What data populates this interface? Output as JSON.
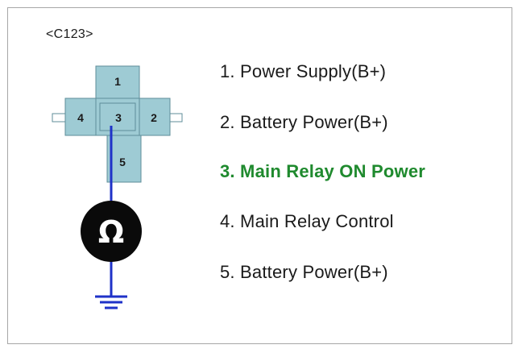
{
  "connector": {
    "label": "<C123>"
  },
  "pins": [
    {
      "number": "1"
    },
    {
      "number": "2"
    },
    {
      "number": "3"
    },
    {
      "number": "4"
    },
    {
      "number": "5"
    }
  ],
  "meter": {
    "symbol": "Ω",
    "icon": "ohmmeter-icon"
  },
  "legend": [
    {
      "text": "1. Power Supply(B+)",
      "highlighted": false
    },
    {
      "text": "2. Battery Power(B+)",
      "highlighted": false
    },
    {
      "text": "3. Main Relay ON Power",
      "highlighted": true
    },
    {
      "text": "4. Main Relay Control",
      "highlighted": false
    },
    {
      "text": "5. Battery Power(B+)",
      "highlighted": false
    }
  ],
  "colors": {
    "pin_fill": "#9ecbd4",
    "pin_stroke": "#5f8e9a",
    "wire": "#1f32c8",
    "highlight": "#1f8a2e",
    "text": "#1a1a1a",
    "meter_fill": "#0a0a0a",
    "meter_symbol": "#ffffff"
  }
}
